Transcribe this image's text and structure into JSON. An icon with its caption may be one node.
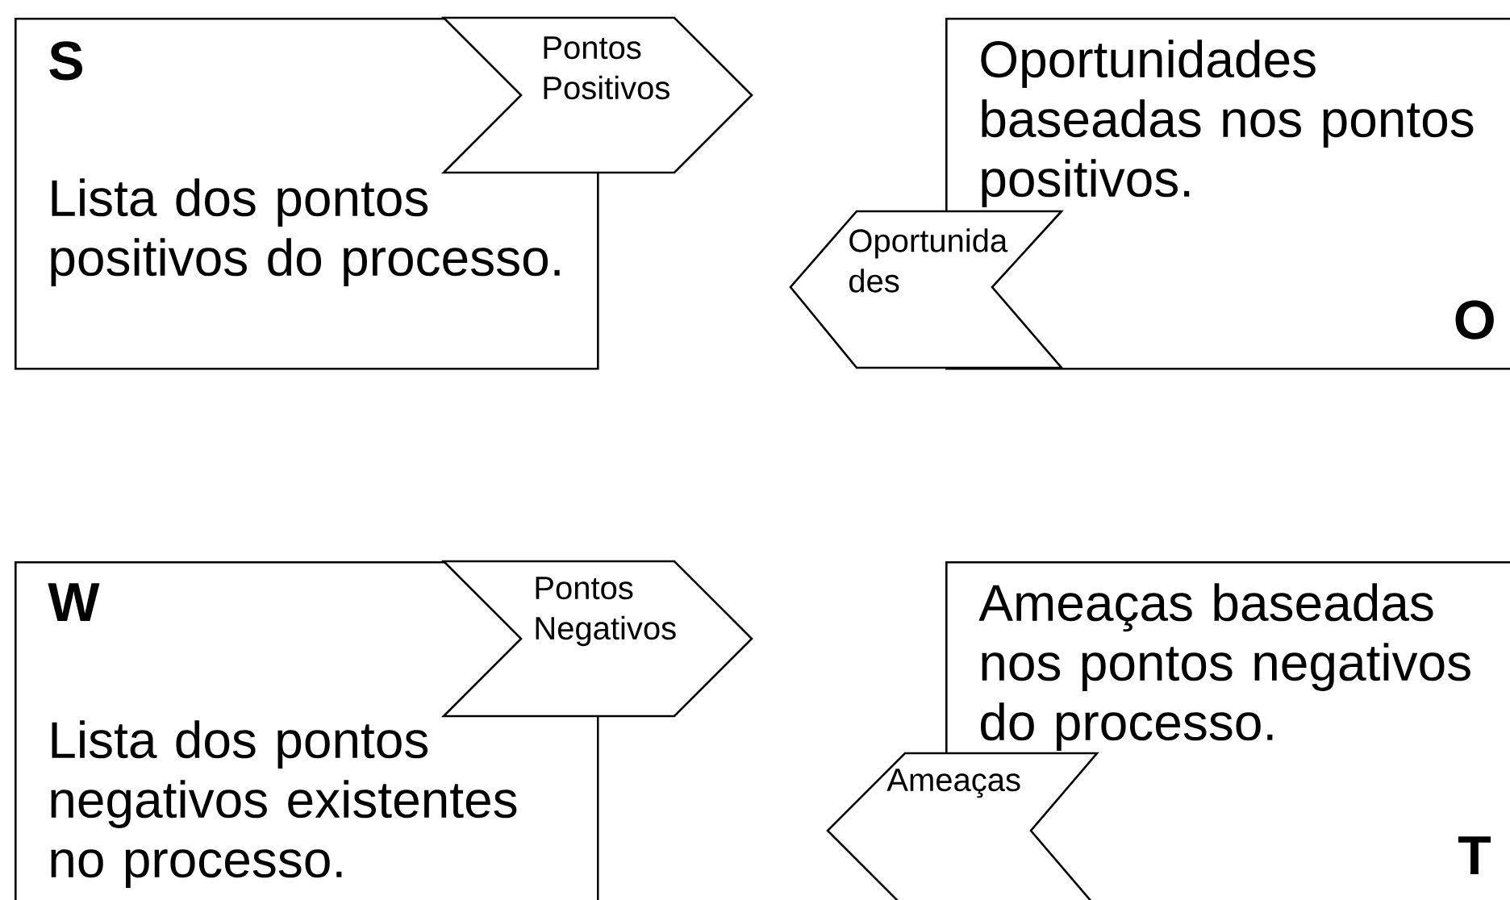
{
  "diagram": {
    "nodes": [
      {
        "text": [
          "S",
          "Lista dos pontos positivos do processo."
        ]
      },
      {
        "text": [
          "Pontos Positivos"
        ]
      },
      {
        "text": [
          "Oportunidades baseadas nos pontos positivos.",
          "O"
        ]
      },
      {
        "text": [
          "Oportunida des"
        ]
      },
      {
        "text": [
          "W",
          "Lista dos pontos negativos existentes no processo."
        ]
      },
      {
        "text": [
          "Pontos Negativos"
        ]
      },
      {
        "text": [
          "Ameaças baseadas nos pontos negativos do processo.",
          "T"
        ]
      },
      {
        "text": [
          "Ameaças"
        ]
      }
    ]
  }
}
